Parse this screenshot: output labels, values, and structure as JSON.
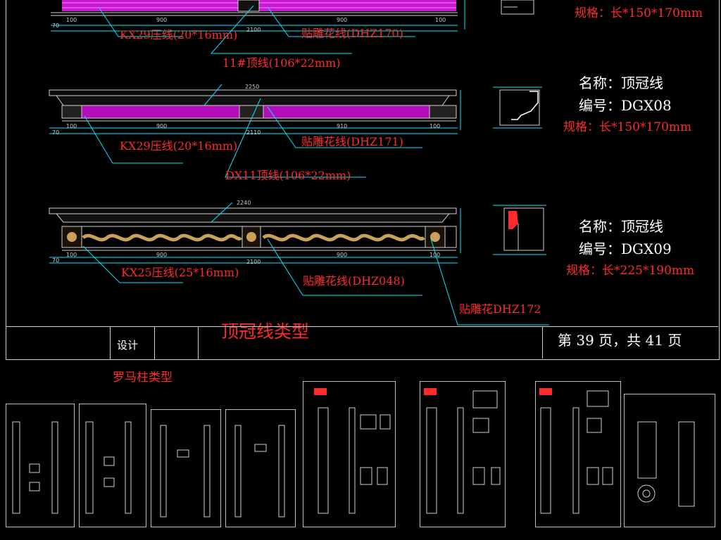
{
  "sheet": {
    "page_indicator": "第 39 页，共 41 页",
    "design_label": "设计",
    "sheet_title": "顶冠线类型"
  },
  "row1": {
    "callout_pressline": "KX29压线(20*16mm)",
    "callout_carving": "贴雕花线(DHZ170)",
    "callout_topline": "11#顶线(106*22mm)",
    "dims": [
      "100",
      "900",
      "2100",
      "900",
      "100",
      "70"
    ],
    "spec": "规格：长*150*170mm"
  },
  "row2": {
    "callout_pressline": "KX29压线(20*16mm)",
    "callout_carving": "贴雕花线(DHZ171)",
    "callout_topline": "DX11顶线(106*22mm)",
    "dims": [
      "2250",
      "100",
      "900",
      "2110",
      "910",
      "100",
      "70"
    ],
    "name": "名称：顶冠线",
    "code": "编号：DGX08",
    "spec": "规格：长*150*170mm"
  },
  "row3": {
    "callout_pressline": "KX25压线(25*16mm)",
    "callout_carving": "贴雕花线(DHZ048)",
    "callout_flower": "贴雕花DHZ172",
    "dims": [
      "2240",
      "100",
      "900",
      "2100",
      "900",
      "100",
      "70"
    ],
    "name": "名称：顶冠线",
    "code": "编号：DGX09",
    "spec": "规格：长*225*190mm"
  },
  "bottom": {
    "heading": "罗马柱类型"
  },
  "colors": {
    "background": "#000000",
    "line": "#cfcfcf",
    "cyan": "#00e5ff",
    "red": "#ff2a2a",
    "magenta": "#ff00ff",
    "gold": "#c9a25a"
  }
}
